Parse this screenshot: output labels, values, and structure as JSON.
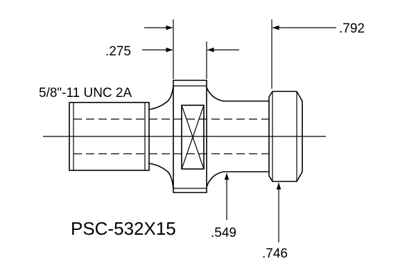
{
  "drawing": {
    "dimensions": [
      {
        "id": "dim-792",
        "value": ".792"
      },
      {
        "id": "dim-275",
        "value": ".275"
      },
      {
        "id": "dim-549",
        "value": ".549"
      },
      {
        "id": "dim-746",
        "value": ".746"
      }
    ],
    "thread_spec": "5/8\"-11 UNC 2A",
    "part_number": "PSC-532X15",
    "line_color": "#000000",
    "background_color": "#ffffff"
  }
}
